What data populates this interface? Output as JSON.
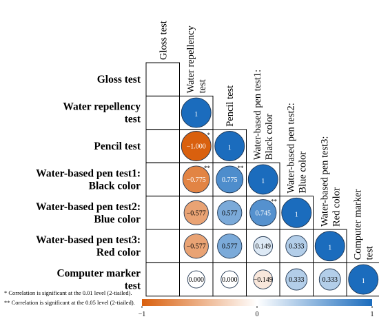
{
  "chart_data": {
    "type": "heatmap",
    "variables": [
      [
        "Gloss test"
      ],
      [
        "Water repellency",
        "test"
      ],
      [
        "Pencil test"
      ],
      [
        "Water-based pen test1:",
        "Black color"
      ],
      [
        "Water-based pen test2:",
        "Blue color"
      ],
      [
        "Water-based pen test3:",
        "Red color"
      ],
      [
        "Computer marker",
        "test"
      ]
    ],
    "column_labels": [
      [
        "Gloss test"
      ],
      [
        "Water repellency",
        "test"
      ],
      [
        "Pencil test"
      ],
      [
        "Water-based pen test1:",
        "Black color"
      ],
      [
        "Water-based pen test2:",
        "Blue color"
      ],
      [
        "Water-based pen test3:",
        "Red color"
      ],
      [
        "Computer marker",
        "test"
      ]
    ],
    "cells": [
      {
        "row": 1,
        "col": 1,
        "value": 1,
        "label": "1",
        "sig": ""
      },
      {
        "row": 2,
        "col": 1,
        "value": -1.0,
        "label": "−1.000",
        "sig": "*"
      },
      {
        "row": 2,
        "col": 2,
        "value": 1,
        "label": "1",
        "sig": ""
      },
      {
        "row": 3,
        "col": 1,
        "value": -0.775,
        "label": "−0.775",
        "sig": "**"
      },
      {
        "row": 3,
        "col": 2,
        "value": 0.775,
        "label": "0.775",
        "sig": "**"
      },
      {
        "row": 3,
        "col": 3,
        "value": 1,
        "label": "1",
        "sig": ""
      },
      {
        "row": 4,
        "col": 1,
        "value": -0.577,
        "label": "−0.577",
        "sig": ""
      },
      {
        "row": 4,
        "col": 2,
        "value": 0.577,
        "label": "0.577",
        "sig": ""
      },
      {
        "row": 4,
        "col": 3,
        "value": 0.745,
        "label": "0.745",
        "sig": "**"
      },
      {
        "row": 4,
        "col": 4,
        "value": 1,
        "label": "1",
        "sig": ""
      },
      {
        "row": 5,
        "col": 1,
        "value": -0.577,
        "label": "−0.577",
        "sig": ""
      },
      {
        "row": 5,
        "col": 2,
        "value": 0.577,
        "label": "0.577",
        "sig": ""
      },
      {
        "row": 5,
        "col": 3,
        "value": 0.149,
        "label": "0.149",
        "sig": ""
      },
      {
        "row": 5,
        "col": 4,
        "value": 0.333,
        "label": "0.333",
        "sig": ""
      },
      {
        "row": 5,
        "col": 5,
        "value": 1,
        "label": "1",
        "sig": ""
      },
      {
        "row": 6,
        "col": 1,
        "value": 0.0,
        "label": "0.000",
        "sig": ""
      },
      {
        "row": 6,
        "col": 2,
        "value": 0.0,
        "label": "0.000",
        "sig": ""
      },
      {
        "row": 6,
        "col": 3,
        "value": -0.149,
        "label": "−0.149",
        "sig": ""
      },
      {
        "row": 6,
        "col": 4,
        "value": 0.333,
        "label": "0.333",
        "sig": ""
      },
      {
        "row": 6,
        "col": 5,
        "value": 0.333,
        "label": "0.333",
        "sig": ""
      },
      {
        "row": 6,
        "col": 6,
        "value": 1,
        "label": "1",
        "sig": ""
      }
    ],
    "color_scale": {
      "min": -1,
      "max": 1,
      "tick_labels": [
        "−1",
        "0",
        "1"
      ],
      "negative_color": "#d9600e",
      "neutral_color": "#ffffff",
      "positive_color": "#1b6cbd"
    },
    "footnotes": [
      "* Correlation is significant at the 0.01 level (2-tiailed).",
      "** Correlation is significant at the 0.05 level (2-tiailed)."
    ]
  }
}
